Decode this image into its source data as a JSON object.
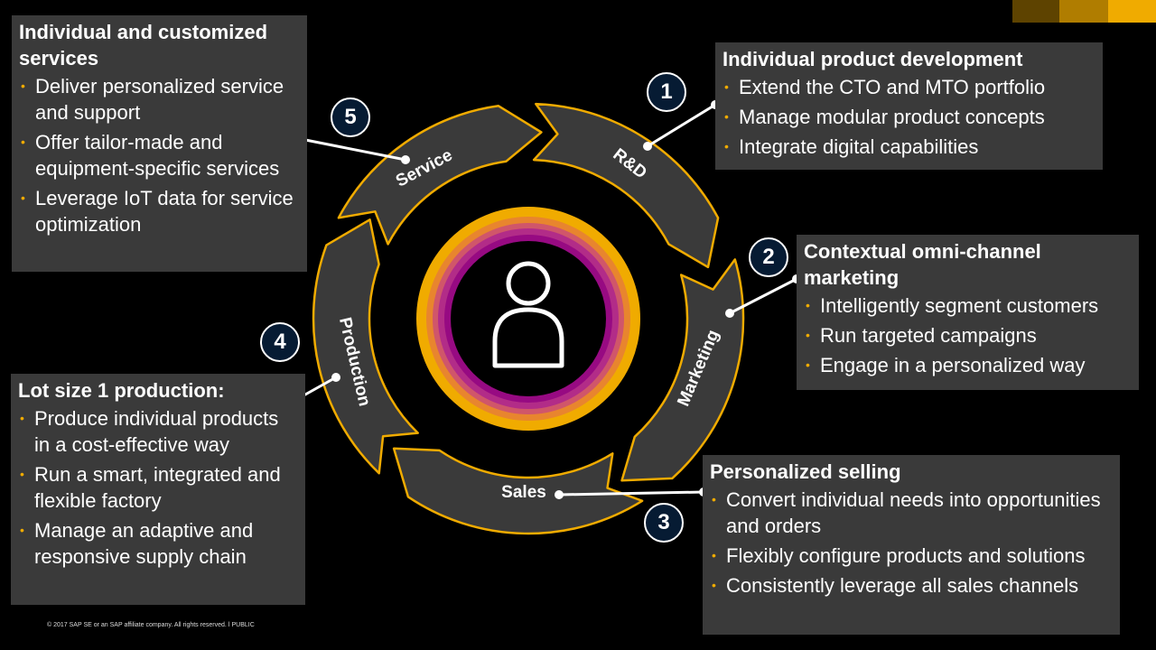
{
  "cycle": {
    "segments": [
      "R&D",
      "Marketing",
      "Sales",
      "Production",
      "Service"
    ],
    "numbers": [
      "1",
      "2",
      "3",
      "4",
      "5"
    ]
  },
  "panels": {
    "rd": {
      "title": "Individual product development",
      "items": [
        "Extend the CTO and MTO portfolio",
        "Manage modular product concepts",
        "Integrate digital capabilities"
      ]
    },
    "marketing": {
      "title": "Contextual omni-channel marketing",
      "items": [
        "Intelligently segment customers",
        "Run targeted campaigns",
        "Engage in a personalized way"
      ]
    },
    "sales": {
      "title": "Personalized selling",
      "items": [
        "Convert individual needs into opportunities and orders",
        "Flexibly configure products and solutions",
        "Consistently leverage all sales channels"
      ]
    },
    "production": {
      "title": "Lot size 1 production:",
      "items": [
        "Produce individual products in a cost-effective way",
        "Run a smart, integrated and flexible factory",
        "Manage an adaptive and responsive supply chain"
      ]
    },
    "service": {
      "title": "Individual and customized services",
      "items": [
        "Deliver personalized service and support",
        "Offer tailor-made and equipment-specific services",
        "Leverage IoT data for service optimization"
      ]
    }
  },
  "colors": {
    "accent": "#f0ab00",
    "arrow_fill": "#3a3a3a",
    "number_fill": "#061b33",
    "ring_1": "#f0ab00",
    "ring_2": "#e8852e",
    "ring_3": "#d0566a",
    "ring_4": "#b22c88",
    "ring_5": "#970a82"
  },
  "icons": {
    "center": "person-icon"
  },
  "footer": "© 2017 SAP SE or an SAP affiliate company.  All rights reserved.  ǀ  PUBLIC"
}
